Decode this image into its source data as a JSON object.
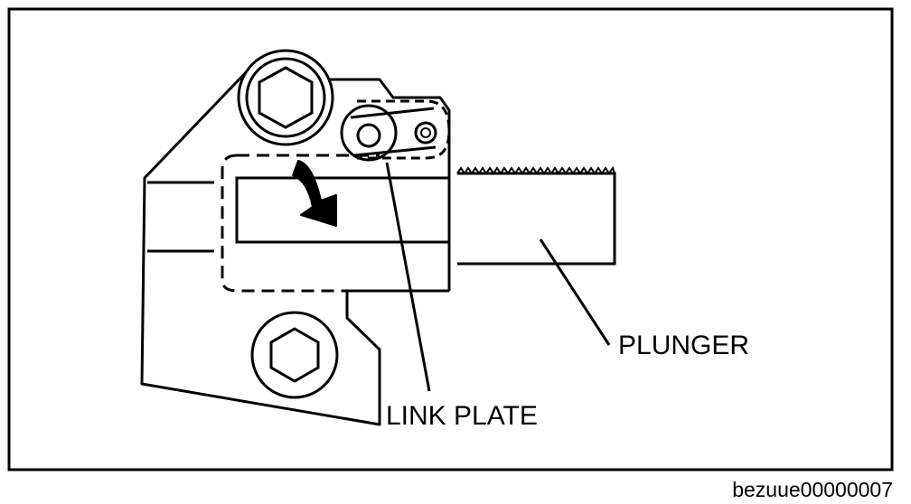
{
  "labels": {
    "plunger": "PLUNGER",
    "link_plate": "LINK PLATE"
  },
  "figure_id": "bezuue00000007",
  "colors": {
    "ink": "#000000",
    "paper": "#ffffff"
  },
  "icons": {
    "direction_arrow": "curved-arrow-down-icon"
  }
}
